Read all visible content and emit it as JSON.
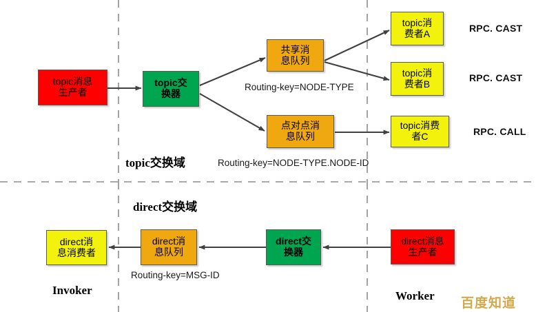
{
  "diagram": {
    "title_topic_domain": "topic交换域",
    "title_direct_domain": "direct交换域",
    "side_invoker": "Invoker",
    "side_worker": "Worker",
    "watermark": "百度知道",
    "colors": {
      "producer_red": "#ff0000",
      "exchange_green": "#00a54f",
      "queue_orange": "#efa80f",
      "consumer_yellow": "#f2f20d",
      "border": "#595959",
      "arrow": "#404040",
      "divider": "#8c8c8c",
      "watermark": "#d4a94a"
    }
  },
  "nodes": {
    "topic_producer": "topic消息\n生产者",
    "topic_exchange": "topic交\n换器",
    "shared_queue": "共享消\n息队列",
    "p2p_queue": "点对点消\n息队列",
    "topic_consumer_a": "topic消\n费者A",
    "topic_consumer_b": "topic消\n费者B",
    "topic_consumer_c": "topic消费\n者C",
    "direct_consumer": "direct消\n息消费者",
    "direct_queue": "direct消\n息队列",
    "direct_exchange": "direct交\n换器",
    "direct_producer": "direct消息\n生产者"
  },
  "labels": {
    "routing_key_node_type": "Routing-key=NODE-TYPE",
    "routing_key_node_type_node_id": "Routing-key=NODE-TYPE.NODE-ID",
    "routing_key_msg_id": "Routing-key=MSG-ID",
    "rpc_cast_a": "RPC. CAST",
    "rpc_cast_b": "RPC. CAST",
    "rpc_call_c": "RPC. CALL"
  }
}
